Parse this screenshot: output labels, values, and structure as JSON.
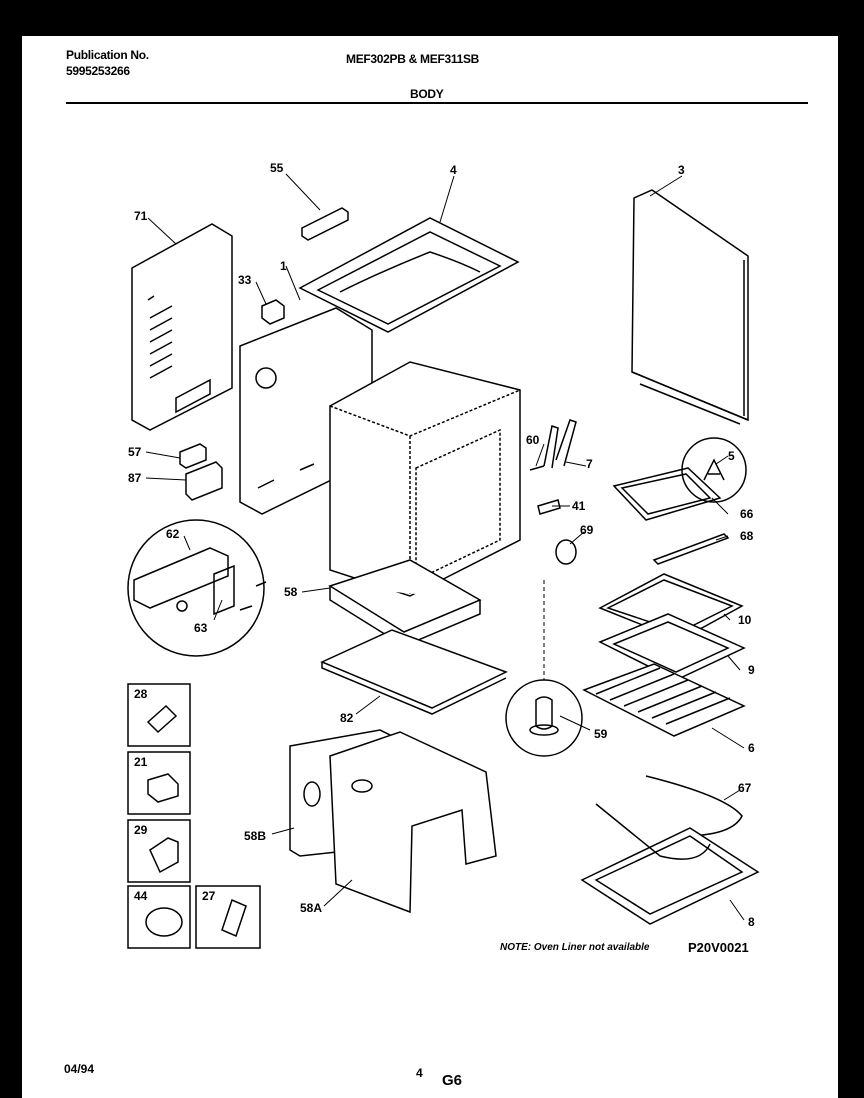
{
  "header": {
    "publication_label": "Publication No.",
    "publication_number": "5995253266",
    "model": "MEF302PB & MEF311SB",
    "section": "BODY"
  },
  "callouts": [
    "55",
    "4",
    "3",
    "71",
    "33",
    "1",
    "60",
    "7",
    "5",
    "57",
    "87",
    "41",
    "66",
    "68",
    "62",
    "69",
    "58",
    "10",
    "63",
    "9",
    "82",
    "59",
    "6",
    "28",
    "21",
    "67",
    "29",
    "58B",
    "8",
    "44",
    "27",
    "58A"
  ],
  "note": "NOTE: Oven Liner not available",
  "diagram_code": "P20V0021",
  "footer": {
    "date": "04/94",
    "page": "4",
    "code": "G6"
  }
}
